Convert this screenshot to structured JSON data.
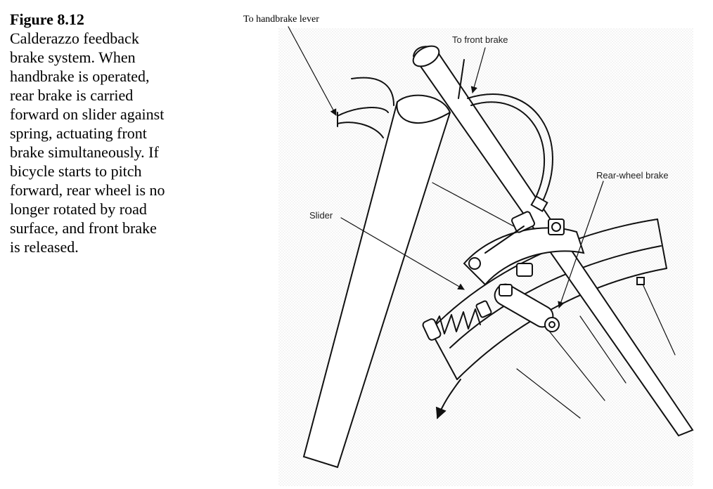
{
  "caption": {
    "title": "Figure 8.12",
    "text": "Calderazzo feedback\nbrake system. When\nhandbrake is operated,\nrear brake is carried\nforward on slider against\nspring, actuating front\nbrake simultaneously. If\nbicycle starts to pitch\nforward, rear wheel is no\nlonger rotated by road\nsurface, and front brake\nis released."
  },
  "labels": {
    "handbrake_lever": "To handbrake lever",
    "front_brake": "To front brake",
    "rear_wheel_brake": "Rear-wheel brake",
    "slider": "Slider"
  }
}
